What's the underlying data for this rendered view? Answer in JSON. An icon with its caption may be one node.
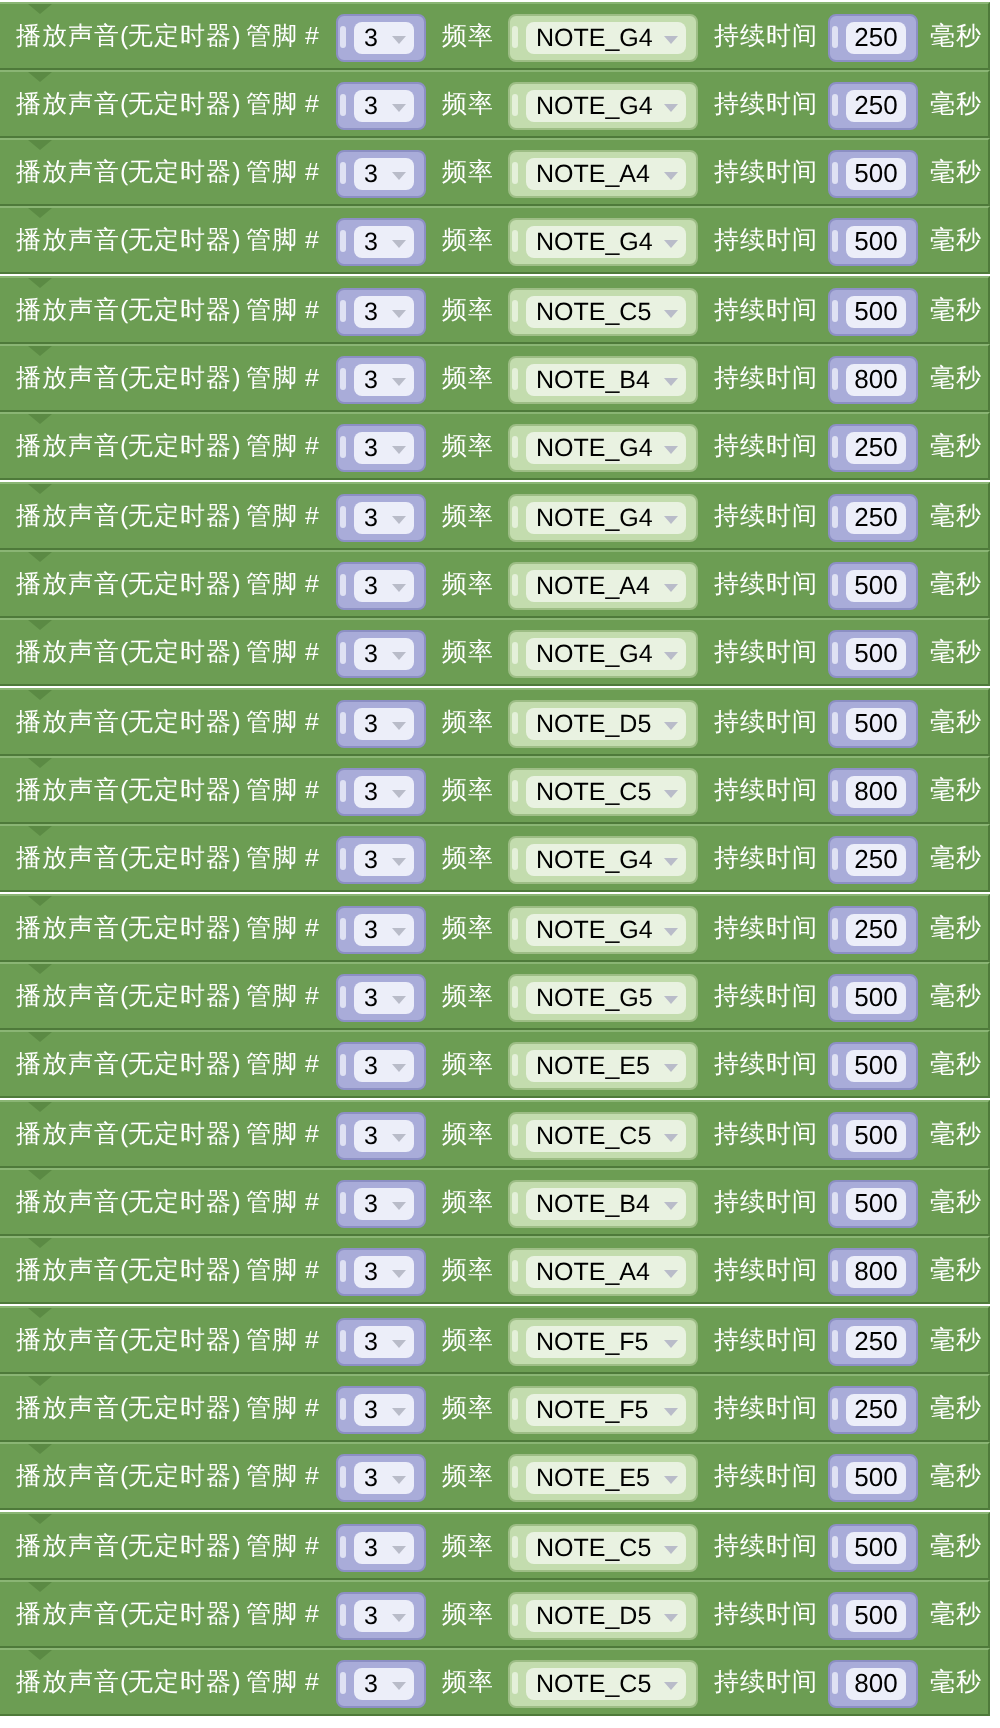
{
  "diagram": {
    "nodes": [
      {
        "text": [
          "播放声音(无定时器)",
          "管脚 #",
          "频率",
          "持续时间",
          "毫秒"
        ]
      },
      {
        "text": [
          "3"
        ],
        "in": 0
      },
      {
        "text": [
          "NOTE_G4"
        ],
        "in": 0
      },
      {
        "text": [
          "250"
        ],
        "in": 0
      },
      {
        "text": [
          "播放声音(无定时器)",
          "管脚 #",
          "频率",
          "持续时间",
          "毫秒"
        ]
      },
      {
        "text": [
          "3"
        ],
        "in": 4
      },
      {
        "text": [
          "NOTE_G4"
        ],
        "in": 4
      },
      {
        "text": [
          "250"
        ],
        "in": 4
      },
      {
        "text": [
          "播放声音(无定时器)",
          "管脚 #",
          "频率",
          "持续时间",
          "毫秒"
        ]
      },
      {
        "text": [
          "3"
        ],
        "in": 8
      },
      {
        "text": [
          "NOTE_A4"
        ],
        "in": 8
      },
      {
        "text": [
          "500"
        ],
        "in": 8
      },
      {
        "text": [
          "播放声音(无定时器)",
          "管脚 #",
          "频率",
          "持续时间",
          "毫秒"
        ]
      },
      {
        "text": [
          "3"
        ],
        "in": 12
      },
      {
        "text": [
          "NOTE_G4"
        ],
        "in": 12
      },
      {
        "text": [
          "500"
        ],
        "in": 12
      },
      {
        "text": [
          "播放声音(无定时器)",
          "管脚 #",
          "频率",
          "持续时间",
          "毫秒"
        ]
      },
      {
        "text": [
          "3"
        ],
        "in": 16
      },
      {
        "text": [
          "NOTE_C5"
        ],
        "in": 16
      },
      {
        "text": [
          "500"
        ],
        "in": 16
      },
      {
        "text": [
          "播放声音(无定时器)",
          "管脚 #",
          "频率",
          "持续时间",
          "毫秒"
        ]
      },
      {
        "text": [
          "3"
        ],
        "in": 20
      },
      {
        "text": [
          "NOTE_B4"
        ],
        "in": 20
      },
      {
        "text": [
          "800"
        ],
        "in": 20
      },
      {
        "text": [
          "播放声音(无定时器)",
          "管脚 #",
          "频率",
          "持续时间",
          "毫秒"
        ]
      },
      {
        "text": [
          "3"
        ],
        "in": 24
      },
      {
        "text": [
          "NOTE_G4"
        ],
        "in": 24
      },
      {
        "text": [
          "250"
        ],
        "in": 24
      },
      {
        "text": [
          "播放声音(无定时器)",
          "管脚 #",
          "频率",
          "持续时间",
          "毫秒"
        ]
      },
      {
        "text": [
          "3"
        ],
        "in": 28
      },
      {
        "text": [
          "NOTE_G4"
        ],
        "in": 28
      },
      {
        "text": [
          "250"
        ],
        "in": 28
      },
      {
        "text": [
          "播放声音(无定时器)",
          "管脚 #",
          "频率",
          "持续时间",
          "毫秒"
        ]
      },
      {
        "text": [
          "3"
        ],
        "in": 32
      },
      {
        "text": [
          "NOTE_A4"
        ],
        "in": 32
      },
      {
        "text": [
          "500"
        ],
        "in": 32
      },
      {
        "text": [
          "播放声音(无定时器)",
          "管脚 #",
          "频率",
          "持续时间",
          "毫秒"
        ]
      },
      {
        "text": [
          "3"
        ],
        "in": 36
      },
      {
        "text": [
          "NOTE_G4"
        ],
        "in": 36
      },
      {
        "text": [
          "500"
        ],
        "in": 36
      },
      {
        "text": [
          "播放声音(无定时器)",
          "管脚 #",
          "频率",
          "持续时间",
          "毫秒"
        ]
      },
      {
        "text": [
          "3"
        ],
        "in": 40
      },
      {
        "text": [
          "NOTE_D5"
        ],
        "in": 40
      },
      {
        "text": [
          "500"
        ],
        "in": 40
      },
      {
        "text": [
          "播放声音(无定时器)",
          "管脚 #",
          "频率",
          "持续时间",
          "毫秒"
        ]
      },
      {
        "text": [
          "3"
        ],
        "in": 44
      },
      {
        "text": [
          "NOTE_C5"
        ],
        "in": 44
      },
      {
        "text": [
          "800"
        ],
        "in": 44
      },
      {
        "text": [
          "播放声音(无定时器)",
          "管脚 #",
          "频率",
          "持续时间",
          "毫秒"
        ]
      },
      {
        "text": [
          "3"
        ],
        "in": 48
      },
      {
        "text": [
          "NOTE_G4"
        ],
        "in": 48
      },
      {
        "text": [
          "250"
        ],
        "in": 48
      },
      {
        "text": [
          "播放声音(无定时器)",
          "管脚 #",
          "频率",
          "持续时间",
          "毫秒"
        ]
      },
      {
        "text": [
          "3"
        ],
        "in": 52
      },
      {
        "text": [
          "NOTE_G4"
        ],
        "in": 52
      },
      {
        "text": [
          "250"
        ],
        "in": 52
      },
      {
        "text": [
          "播放声音(无定时器)",
          "管脚 #",
          "频率",
          "持续时间",
          "毫秒"
        ]
      },
      {
        "text": [
          "3"
        ],
        "in": 56
      },
      {
        "text": [
          "NOTE_G5"
        ],
        "in": 56
      },
      {
        "text": [
          "500"
        ],
        "in": 56
      },
      {
        "text": [
          "播放声音(无定时器)",
          "管脚 #",
          "频率",
          "持续时间",
          "毫秒"
        ]
      },
      {
        "text": [
          "3"
        ],
        "in": 60
      },
      {
        "text": [
          "NOTE_E5"
        ],
        "in": 60
      },
      {
        "text": [
          "500"
        ],
        "in": 60
      },
      {
        "text": [
          "播放声音(无定时器)",
          "管脚 #",
          "频率",
          "持续时间",
          "毫秒"
        ]
      },
      {
        "text": [
          "3"
        ],
        "in": 64
      },
      {
        "text": [
          "NOTE_C5"
        ],
        "in": 64
      },
      {
        "text": [
          "500"
        ],
        "in": 64
      },
      {
        "text": [
          "播放声音(无定时器)",
          "管脚 #",
          "频率",
          "持续时间",
          "毫秒"
        ]
      },
      {
        "text": [
          "3"
        ],
        "in": 68
      },
      {
        "text": [
          "NOTE_B4"
        ],
        "in": 68
      },
      {
        "text": [
          "500"
        ],
        "in": 68
      },
      {
        "text": [
          "播放声音(无定时器)",
          "管脚 #",
          "频率",
          "持续时间",
          "毫秒"
        ]
      },
      {
        "text": [
          "3"
        ],
        "in": 72
      },
      {
        "text": [
          "NOTE_A4"
        ],
        "in": 72
      },
      {
        "text": [
          "800"
        ],
        "in": 72
      },
      {
        "text": [
          "播放声音(无定时器)",
          "管脚 #",
          "频率",
          "持续时间",
          "毫秒"
        ]
      },
      {
        "text": [
          "3"
        ],
        "in": 76
      },
      {
        "text": [
          "NOTE_F5"
        ],
        "in": 76
      },
      {
        "text": [
          "250"
        ],
        "in": 76
      },
      {
        "text": [
          "播放声音(无定时器)",
          "管脚 #",
          "频率",
          "持续时间",
          "毫秒"
        ]
      },
      {
        "text": [
          "3"
        ],
        "in": 80
      },
      {
        "text": [
          "NOTE_F5"
        ],
        "in": 80
      },
      {
        "text": [
          "250"
        ],
        "in": 80
      },
      {
        "text": [
          "播放声音(无定时器)",
          "管脚 #",
          "频率",
          "持续时间",
          "毫秒"
        ]
      },
      {
        "text": [
          "3"
        ],
        "in": 84
      },
      {
        "text": [
          "NOTE_E5"
        ],
        "in": 84
      },
      {
        "text": [
          "500"
        ],
        "in": 84
      },
      {
        "text": [
          "播放声音(无定时器)",
          "管脚 #",
          "频率",
          "持续时间",
          "毫秒"
        ]
      },
      {
        "text": [
          "3"
        ],
        "in": 88
      },
      {
        "text": [
          "NOTE_C5"
        ],
        "in": 88
      },
      {
        "text": [
          "500"
        ],
        "in": 88
      },
      {
        "text": [
          "播放声音(无定时器)",
          "管脚 #",
          "频率",
          "持续时间",
          "毫秒"
        ]
      },
      {
        "text": [
          "3"
        ],
        "in": 92
      },
      {
        "text": [
          "NOTE_D5"
        ],
        "in": 92
      },
      {
        "text": [
          "500"
        ],
        "in": 92
      },
      {
        "text": [
          "播放声音(无定时器)",
          "管脚 #",
          "频率",
          "持续时间",
          "毫秒"
        ]
      },
      {
        "text": [
          "3"
        ],
        "in": 96
      },
      {
        "text": [
          "NOTE_C5"
        ],
        "in": 96
      },
      {
        "text": [
          "800"
        ],
        "in": 96
      }
    ]
  }
}
